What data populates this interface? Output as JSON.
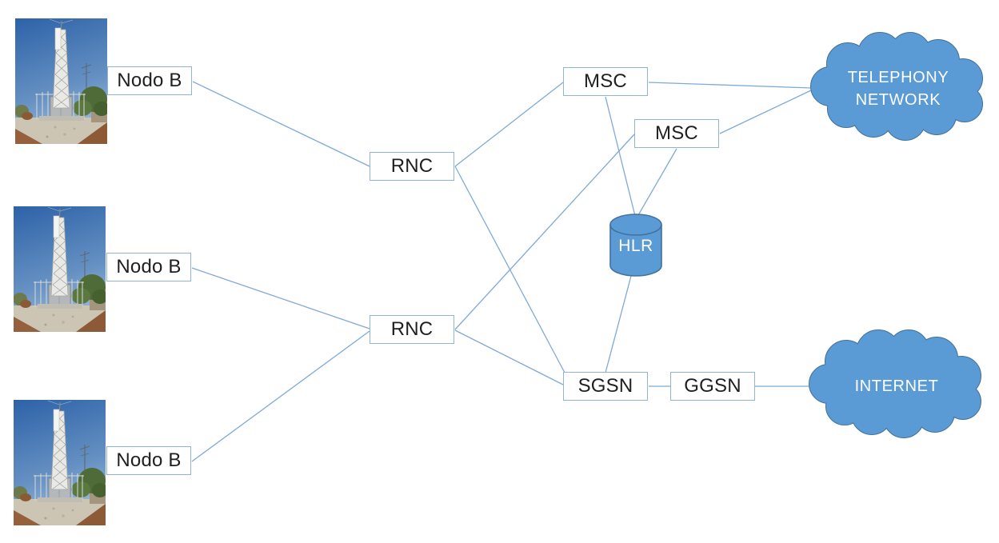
{
  "diagram_type": "umts-mobile-network-architecture",
  "colors": {
    "shape_fill": "#5B9BD5",
    "shape_stroke": "#41719C",
    "box_border": "#8FB4DC",
    "connector_line": "#7FA9D9",
    "box_text": "#1F1F1F",
    "cloud_text": "#FFFFFF"
  },
  "nodes": {
    "nodo_b_1": "Nodo B",
    "nodo_b_2": "Nodo B",
    "nodo_b_3": "Nodo B",
    "rnc_1": "RNC",
    "rnc_2": "RNC",
    "msc_1": "MSC",
    "msc_2": "MSC",
    "hlr": "HLR",
    "sgsn": "SGSN",
    "ggsn": "GGSN",
    "telephony_cloud": {
      "line1": "TELEPHONY",
      "line2": "NETWORK"
    },
    "internet_cloud": "INTERNET"
  },
  "images": {
    "tower_photo": "cell-tower-photo"
  },
  "connections": [
    "nodo_b_1 - rnc_1",
    "nodo_b_2 - rnc_2",
    "nodo_b_3 - rnc_2",
    "rnc_1 - msc_1",
    "rnc_1 - sgsn",
    "rnc_2 - msc_2",
    "rnc_2 - sgsn",
    "msc_1 - telephony_network",
    "msc_2 - telephony_network",
    "msc_1 - hlr",
    "msc_2 - hlr",
    "hlr - sgsn",
    "sgsn - ggsn",
    "ggsn - internet"
  ]
}
